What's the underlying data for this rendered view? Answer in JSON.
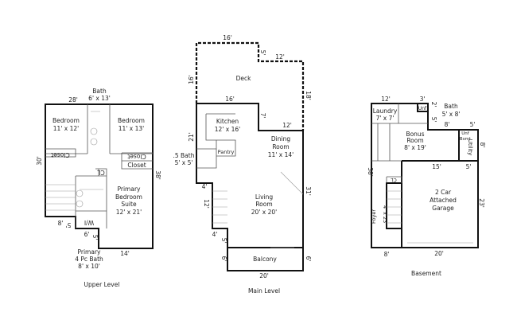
{
  "upper": {
    "title": "Upper Level",
    "bath": {
      "name": "Bath",
      "size": "6' x 13'"
    },
    "bedroom1": {
      "name": "Bedroom",
      "size": "11' x 12'"
    },
    "bedroom2": {
      "name": "Bedroom",
      "size": "11' x 13'"
    },
    "closet1": "Closet",
    "closet2": "Closet",
    "closet3": "Closet",
    "cl": "CL",
    "wi": "W/I",
    "suite": {
      "l1": "Primary",
      "l2": "Bedroom",
      "l3": "Suite",
      "size": "12' x 21'"
    },
    "primary_bath": {
      "l1": "Primary",
      "l2": "4 Pc  Bath",
      "size": "8' x 10'"
    },
    "dims": {
      "top": "28'",
      "left": "30'",
      "right": "38'",
      "b8": "8'",
      "b5": "5'",
      "b6": "6'",
      "b5b": "5'",
      "bottom": "14'"
    }
  },
  "main": {
    "title": "Main Level",
    "deck": "Deck",
    "kitchen": {
      "name": "Kitchen",
      "size": "12' x 16'"
    },
    "dining": {
      "l1": "Dining",
      "l2": "Room",
      "size": "11' x 14'"
    },
    "half_bath": {
      "name": ".5  Bath",
      "size": "5' x 5'"
    },
    "pantry": "Pantry",
    "living": {
      "l1": "Living",
      "l2": "Room",
      "size": "20' x 20'"
    },
    "balcony": "Balcony",
    "dims": {
      "d16top": "16'",
      "d5": "5'",
      "d12top": "12'",
      "d16left": "16'",
      "d18": "18'",
      "d16mid": "16'",
      "d7": "7'",
      "d12mid": "12'",
      "d21": "21'",
      "d31": "31'",
      "d4a": "4'",
      "d12s": "12'",
      "d4b": "4'",
      "d5b": "5'",
      "d6l": "6'",
      "d6r": "6'",
      "d20": "20'"
    }
  },
  "basement": {
    "title": "Basement",
    "laundry": {
      "name": "Laundry",
      "size": "7' x 7'"
    },
    "bath": {
      "name": "Bath",
      "size": "5' x 8'"
    },
    "unf": "Unf",
    "bonus": {
      "l1": "Bonus",
      "l2": "Room",
      "size": "8' x 19'"
    },
    "unf_bsmt": {
      "l1": "Unf",
      "l2": "Bsmt"
    },
    "utility": "Utility",
    "cl": "CL",
    "garage": {
      "l1": "2 Car",
      "l2": "Attached",
      "l3": "Garage"
    },
    "foyer": "Foyer",
    "foyer_size": "4' x 23'",
    "dims": {
      "d12": "12'",
      "d3": "3'",
      "d2": "2'",
      "d5": "5'",
      "d8": "8'",
      "d5b": "5'",
      "d8r": "8'",
      "d15": "15'",
      "d5c": "5'",
      "d38": "38'",
      "d23": "23'",
      "d8b": "8'",
      "d20": "20'"
    }
  }
}
